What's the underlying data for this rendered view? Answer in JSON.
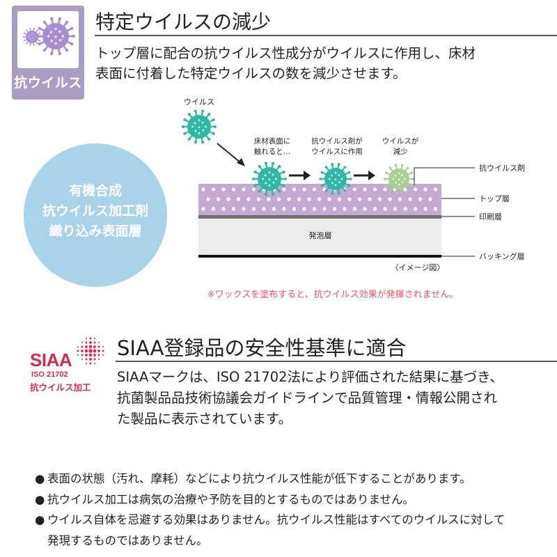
{
  "badge": {
    "label": "抗ウイルス"
  },
  "section1": {
    "title": "特定ウイルスの減少",
    "desc": [
      "トップ層に配合の抗ウイルス性成分がウイルスに作用し、床材",
      "表面に付着した特定ウイルスの数を減少させます。"
    ]
  },
  "circle": {
    "lines": [
      "有機合成",
      "抗ウイルス加工剤",
      "織り込み表面層"
    ]
  },
  "diagram": {
    "virus_label": "ウイルス",
    "step1": [
      "床材表面に",
      "触れると…"
    ],
    "step2": [
      "抗ウイルス剤が",
      "ウイルスに作用"
    ],
    "step3": [
      "ウイルスが",
      "減少"
    ],
    "layers": {
      "agent": "抗ウイルス剤",
      "top": "トップ層",
      "print": "印刷層",
      "foam": "発泡層",
      "backing": "バッキング層"
    },
    "image_note": "〈イメージ図〉",
    "warning": "※ワックスを塗布すると、抗ウイルス効果が発揮されません。"
  },
  "siaa": {
    "word": "SIAA",
    "iso": "ISO 21702",
    "sub": "抗ウイルス加工"
  },
  "section2": {
    "title": "SIAA登録品の安全性基準に適合",
    "desc": [
      "SIAAマークは、ISO 21702法により評価された結果に基づき、",
      "抗菌製品品技術協議会ガイドラインで品質管理・情報公開され",
      "た製品に表示されています。"
    ]
  },
  "notes": {
    "bullet": "●",
    "items": [
      "表面の状態（汚れ、摩耗）などにより抗ウイルス性能が低下することがあります。",
      "抗ウイルス加工は病気の治療や予防を目的とするものではありません。",
      "ウイルス自体を忌避する効果はありません。抗ウイルス性能はすべてのウイルスに対して"
    ],
    "continuation": "発現するものではありません。"
  },
  "colors": {
    "badge": "#ab9cc3",
    "circle": "#a8d3e9",
    "top_layer": "#c4a9d3",
    "virus_teal": "#2fb8a3",
    "virus_green": "#a9cf93",
    "badge_virus": "#a88ed0",
    "siaa_red": "#d42a4d",
    "warning_pink": "#e9536a"
  },
  "icons": [
    "virus-icon",
    "arrow-right-icon",
    "siaa-mark-icon"
  ]
}
